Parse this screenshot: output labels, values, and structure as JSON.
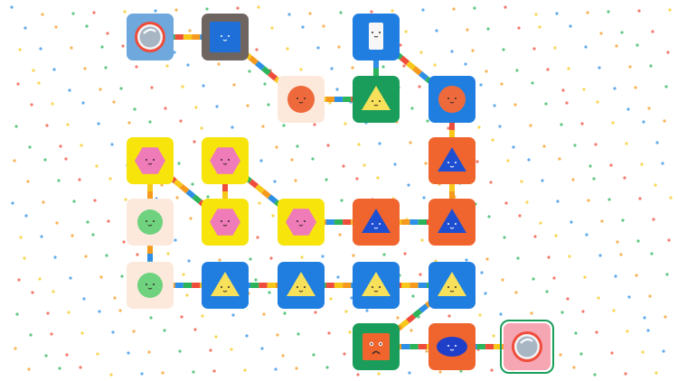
{
  "game": {
    "name": "shape-path-puzzle",
    "colors": {
      "blue": "#1f7ee0",
      "orange": "#f0652d",
      "yellow": "#f7e40b",
      "green": "#1a9d5a",
      "peach": "#fde9dc",
      "gray": "#6f6560",
      "pink_tile": "#f6a5b2",
      "light_blue_tile": "#6ea8dc",
      "connector_orange": "#f59a1d",
      "connector_blue": "#2d8fe6",
      "connector_green": "#2bb45a",
      "connector_red": "#ef4d3b",
      "connector_yellow": "#f7c81a"
    },
    "tiles": [
      {
        "id": "t1",
        "bg": "light_blue_tile",
        "shape": "portal"
      },
      {
        "id": "t2",
        "bg": "gray",
        "shape": "square-blue"
      },
      {
        "id": "t3",
        "bg": "blue",
        "shape": "card"
      },
      {
        "id": "t4",
        "bg": "peach",
        "shape": "circle-orange"
      },
      {
        "id": "t5",
        "bg": "green",
        "shape": "triangle-yellow"
      },
      {
        "id": "t6",
        "bg": "blue",
        "shape": "circle-orange"
      },
      {
        "id": "t7",
        "bg": "yellow",
        "shape": "hexagon-pink"
      },
      {
        "id": "t8",
        "bg": "yellow",
        "shape": "hexagon-pink"
      },
      {
        "id": "t9",
        "bg": "orange",
        "shape": "triangle-blue"
      },
      {
        "id": "t10",
        "bg": "peach",
        "shape": "circle-green"
      },
      {
        "id": "t11",
        "bg": "yellow",
        "shape": "hexagon-pink"
      },
      {
        "id": "t12",
        "bg": "yellow",
        "shape": "hexagon-pink"
      },
      {
        "id": "t13",
        "bg": "orange",
        "shape": "triangle-blue"
      },
      {
        "id": "t14",
        "bg": "orange",
        "shape": "triangle-blue"
      },
      {
        "id": "t15",
        "bg": "peach",
        "shape": "circle-green"
      },
      {
        "id": "t16",
        "bg": "blue",
        "shape": "triangle-yellow"
      },
      {
        "id": "t17",
        "bg": "blue",
        "shape": "triangle-yellow"
      },
      {
        "id": "t18",
        "bg": "blue",
        "shape": "triangle-yellow"
      },
      {
        "id": "t19",
        "bg": "blue",
        "shape": "triangle-yellow"
      },
      {
        "id": "t20",
        "bg": "green",
        "shape": "square-orange"
      },
      {
        "id": "t21",
        "bg": "orange",
        "shape": "ellipse-blue"
      },
      {
        "id": "t22",
        "bg": "pink_tile",
        "shape": "portal",
        "selected": true
      }
    ],
    "links": [
      [
        "t1",
        "t2"
      ],
      [
        "t2",
        "t4"
      ],
      [
        "t4",
        "t5"
      ],
      [
        "t3",
        "t5"
      ],
      [
        "t3",
        "t6"
      ],
      [
        "t6",
        "t9"
      ],
      [
        "t9",
        "t14"
      ],
      [
        "t13",
        "t14"
      ],
      [
        "t12",
        "t13"
      ],
      [
        "t8",
        "t12"
      ],
      [
        "t7",
        "t11"
      ],
      [
        "t7",
        "t10"
      ],
      [
        "t10",
        "t15"
      ],
      [
        "t15",
        "t16"
      ],
      [
        "t16",
        "t17"
      ],
      [
        "t17",
        "t18"
      ],
      [
        "t18",
        "t19"
      ],
      [
        "t19",
        "t20"
      ],
      [
        "t20",
        "t21"
      ],
      [
        "t21",
        "t22"
      ],
      [
        "t8",
        "t11"
      ]
    ]
  }
}
